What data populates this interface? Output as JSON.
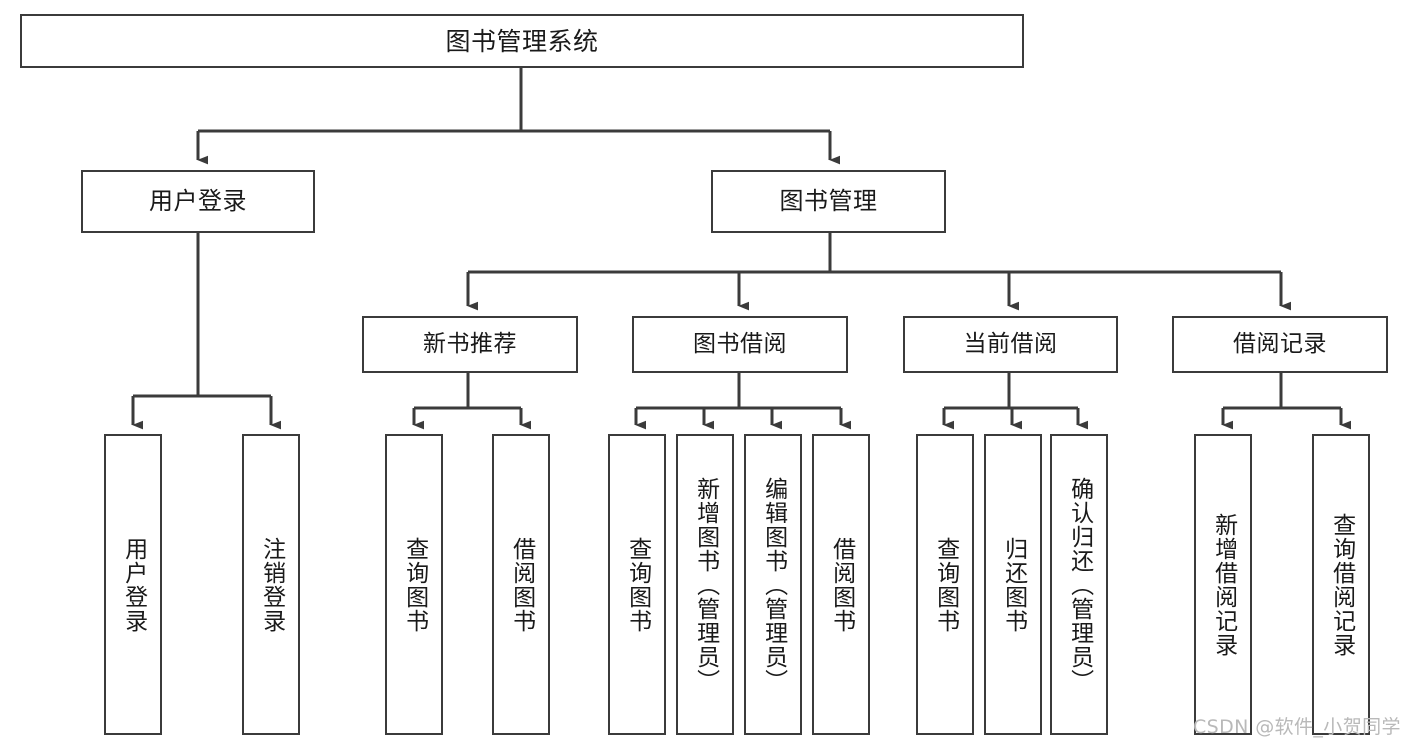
{
  "diagram": {
    "title": "图书管理系统",
    "type": "functional-structure-tree",
    "watermark": "CSDN @软件_小贺同学",
    "colors": {
      "box_border": "#3b3b3b",
      "connector": "#3b3b3b",
      "text": "#1a1a1a",
      "background": "#ffffff",
      "watermark": "#b9b9b9"
    },
    "root": {
      "label": "图书管理系统",
      "children": [
        {
          "label": "用户登录",
          "children": [
            {
              "label": "用户登录"
            },
            {
              "label": "注销登录"
            }
          ]
        },
        {
          "label": "图书管理",
          "children": [
            {
              "label": "新书推荐",
              "children": [
                {
                  "label": "查询图书"
                },
                {
                  "label": "借阅图书"
                }
              ]
            },
            {
              "label": "图书借阅",
              "children": [
                {
                  "label": "查询图书"
                },
                {
                  "label": "新增图书（管理员）"
                },
                {
                  "label": "编辑图书（管理员）"
                },
                {
                  "label": "借阅图书"
                }
              ]
            },
            {
              "label": "当前借阅",
              "children": [
                {
                  "label": "查询图书"
                },
                {
                  "label": "归还图书"
                },
                {
                  "label": "确认归还（管理员）"
                }
              ]
            },
            {
              "label": "借阅记录",
              "children": [
                {
                  "label": "新增借阅记录"
                },
                {
                  "label": "查询借阅记录"
                }
              ]
            }
          ]
        }
      ]
    },
    "nodes": {
      "root": "图书管理系统",
      "user_login": "用户登录",
      "book_manage": "图书管理",
      "new_book_rec": "新书推荐",
      "book_borrow": "图书借阅",
      "current_borrow": "当前借阅",
      "borrow_record": "借阅记录",
      "leaf_login_1": "用户登录",
      "leaf_login_2": "注销登录",
      "leaf_rec_1": "查询图书",
      "leaf_rec_2": "借阅图书",
      "leaf_borrow_1": "查询图书",
      "leaf_borrow_2": "新增图书（管理员）",
      "leaf_borrow_3": "编辑图书（管理员）",
      "leaf_borrow_4": "借阅图书",
      "leaf_cur_1": "查询图书",
      "leaf_cur_2": "归还图书",
      "leaf_cur_3": "确认归还（管理员）",
      "leaf_rec2_1": "新增借阅记录",
      "leaf_rec2_2": "查询借阅记录"
    }
  }
}
